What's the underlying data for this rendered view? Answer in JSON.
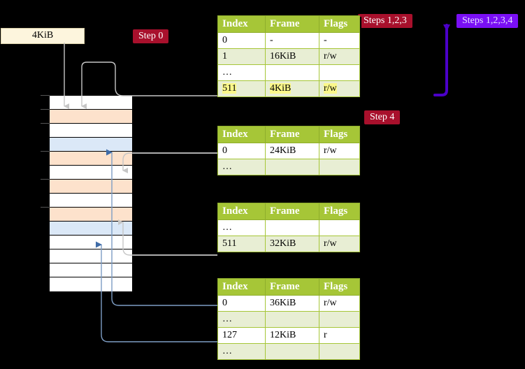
{
  "labels": {
    "step0": "Step 0",
    "step4": "Step 4",
    "steps123": "Steps 1,2,3",
    "steps1234": "Steps 1,2,3,4",
    "frame_box": "4KiB"
  },
  "tables": [
    {
      "name": "pml4-table",
      "headers": [
        "Index",
        "Frame",
        "Flags"
      ],
      "rows": [
        {
          "style": "plain",
          "cells": [
            "0",
            "-",
            "-"
          ],
          "highlight": [
            false,
            false,
            false
          ]
        },
        {
          "style": "alt",
          "cells": [
            "1",
            "16KiB",
            "r/w"
          ],
          "highlight": [
            false,
            false,
            false
          ]
        },
        {
          "style": "plain",
          "cells": [
            "…",
            "",
            ""
          ],
          "highlight": [
            false,
            false,
            false
          ]
        },
        {
          "style": "alt",
          "cells": [
            "511",
            "4KiB",
            "r/w"
          ],
          "highlight": [
            true,
            true,
            true
          ]
        }
      ]
    },
    {
      "name": "pdpt-table",
      "headers": [
        "Index",
        "Frame",
        "Flags"
      ],
      "rows": [
        {
          "style": "plain",
          "cells": [
            "0",
            "24KiB",
            "r/w"
          ],
          "highlight": [
            false,
            false,
            false
          ]
        },
        {
          "style": "alt",
          "cells": [
            "…",
            "",
            ""
          ],
          "highlight": [
            false,
            false,
            false
          ]
        }
      ]
    },
    {
      "name": "pd-table",
      "headers": [
        "Index",
        "Frame",
        "Flags"
      ],
      "rows": [
        {
          "style": "plain",
          "cells": [
            "…",
            "",
            ""
          ],
          "highlight": [
            false,
            false,
            false
          ]
        },
        {
          "style": "alt",
          "cells": [
            "511",
            "32KiB",
            "r/w"
          ],
          "highlight": [
            false,
            false,
            false
          ]
        }
      ]
    },
    {
      "name": "pt-table",
      "headers": [
        "Index",
        "Frame",
        "Flags"
      ],
      "rows": [
        {
          "style": "plain",
          "cells": [
            "0",
            "36KiB",
            "r/w"
          ],
          "highlight": [
            false,
            false,
            false
          ]
        },
        {
          "style": "alt",
          "cells": [
            "…",
            "",
            ""
          ],
          "highlight": [
            false,
            false,
            false
          ]
        },
        {
          "style": "plain",
          "cells": [
            "127",
            "12KiB",
            "r"
          ],
          "highlight": [
            false,
            false,
            false
          ]
        },
        {
          "style": "alt",
          "cells": [
            "…",
            "",
            ""
          ],
          "highlight": [
            false,
            false,
            false
          ]
        }
      ]
    }
  ],
  "memory_column": {
    "name": "physical-memory-column",
    "rows": [
      {
        "fill": "white",
        "tick": true
      },
      {
        "fill": "orange",
        "tick": true
      },
      {
        "fill": "white",
        "tick": true
      },
      {
        "fill": "blue",
        "tick": false
      },
      {
        "fill": "orange",
        "tick": true
      },
      {
        "fill": "white",
        "tick": false
      },
      {
        "fill": "orange",
        "tick": true
      },
      {
        "fill": "white",
        "tick": false
      },
      {
        "fill": "orange",
        "tick": true
      },
      {
        "fill": "blue",
        "tick": false
      },
      {
        "fill": "white",
        "tick": false
      },
      {
        "fill": "white",
        "tick": false
      },
      {
        "fill": "white",
        "tick": false
      },
      {
        "fill": "white",
        "tick": false
      }
    ]
  },
  "colors": {
    "header_green": "#a6c637",
    "alt_row_green": "#e8eed4",
    "highlight_yellow": "#fbf88a",
    "badge_red": "#a8102c",
    "badge_purple": "#7a0ff5",
    "orange_row": "#fde2cc",
    "blue_row": "#dbe8f7",
    "grey_arrow": "#bbbbbb",
    "blue_arrow": "#5b83b8",
    "frame_box_fill": "#fdf5dd"
  }
}
